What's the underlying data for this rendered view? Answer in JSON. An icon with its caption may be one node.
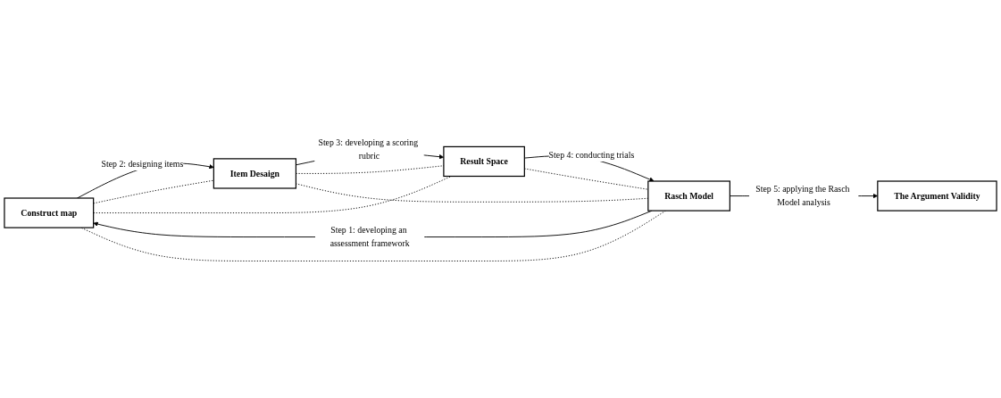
{
  "diagram": {
    "nodes": [
      {
        "text": [
          "Construct map"
        ]
      },
      {
        "text": [
          "Item Desaign"
        ]
      },
      {
        "text": [
          "Result Space"
        ]
      },
      {
        "text": [
          "Rasch Model"
        ]
      },
      {
        "text": [
          "The Argument Validity"
        ]
      }
    ],
    "edges": [
      {
        "from": 3,
        "to": 0,
        "arrow": "to",
        "label": "Step 1: developing an assessment framework"
      },
      {
        "from": 0,
        "to": 1,
        "arrow": "to",
        "label": "Step 2: designing items"
      },
      {
        "from": 1,
        "to": 2,
        "arrow": "to",
        "label": "Step 3: developing a scoring rubric"
      },
      {
        "from": 2,
        "to": 3,
        "arrow": "to",
        "label": "Step 4: conducting trials"
      },
      {
        "from": 3,
        "to": 4,
        "arrow": "to",
        "label": "Step 5: applying the Rasch Model analysis"
      },
      {
        "from": 0,
        "to": 1,
        "arrow": "none",
        "style": "dashed"
      },
      {
        "from": 1,
        "to": 2,
        "arrow": "none",
        "style": "dashed"
      },
      {
        "from": 2,
        "to": 3,
        "arrow": "none",
        "style": "dashed"
      },
      {
        "from": 3,
        "to": 0,
        "arrow": "none",
        "style": "dashed"
      },
      {
        "from": 0,
        "to": 2,
        "arrow": "none",
        "style": "dashed"
      },
      {
        "from": 3,
        "to": 1,
        "arrow": "none",
        "style": "dashed"
      }
    ]
  }
}
